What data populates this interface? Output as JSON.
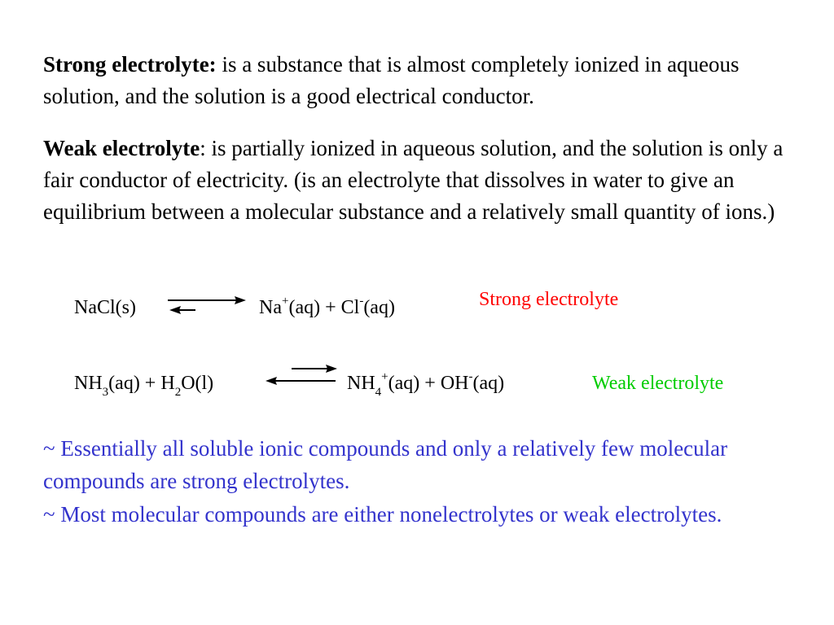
{
  "definitions": {
    "strong": {
      "term": "Strong electrolyte:",
      "text": " is a substance that is almost completely ionized in aqueous solution, and the solution is a good electrical conductor."
    },
    "weak": {
      "term": "Weak electrolyte",
      "text": ": is partially ionized in aqueous solution, and the solution is only a fair conductor of electricity. (is an electrolyte that dissolves in water to give an equilibrium between a molecular substance and a relatively small quantity of ions.)"
    }
  },
  "equation1": {
    "reactant": "NaCl(s)",
    "p1_base": "Na",
    "p1_sup": "+",
    "p1_tail": "(aq) + Cl",
    "p2_sup": "-",
    "p2_tail": "(aq)",
    "label": "Strong electrolyte",
    "label_color": "#ff0000"
  },
  "equation2": {
    "r_a": "NH",
    "r_a_sub": "3",
    "r_b": "(aq) + H",
    "r_b_sub": "2",
    "r_c": "O(l)",
    "p_a": "NH",
    "p_a_sub": "4",
    "p_a_sup": "+",
    "p_b": "(aq) + OH",
    "p_b_sup": "-",
    "p_c": "(aq)",
    "label": "Weak electrolyte",
    "label_color": "#00cc00"
  },
  "notes": {
    "line1": "~ Essentially all soluble ionic compounds and only a relatively few molecular compounds are strong electrolytes.",
    "line2": "~ Most molecular compounds are either nonelectrolytes or weak electrolytes.",
    "color": "#3333cc"
  }
}
